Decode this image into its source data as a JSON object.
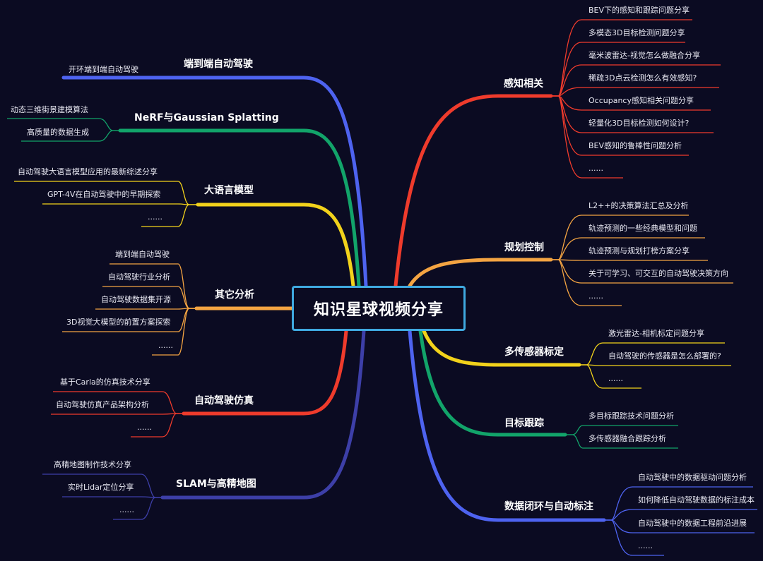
{
  "center": {
    "title": "知识星球视频分享"
  },
  "branches": [
    {
      "id": "perception",
      "label": "感知相关",
      "color": "#ef3b2c",
      "items": [
        "BEV下的感知和跟踪问题分享",
        "多模态3D目标检测问题分享",
        "毫米波雷达-视觉怎么做融合分享",
        "稀疏3D点云检测怎么有效感知?",
        "Occupancy感知相关问题分享",
        "轻量化3D目标检测如何设计?",
        "BEV感知的鲁棒性问题分析",
        "......"
      ]
    },
    {
      "id": "planning",
      "label": "规划控制",
      "color": "#f4a442",
      "items": [
        "L2++的决策算法汇总及分析",
        "轨迹预测的一些经典模型和问题",
        "轨迹预测与规划打榜方案分享",
        "关于可学习、可交互的自动驾驶决策方向",
        "......"
      ]
    },
    {
      "id": "calibration",
      "label": "多传感器标定",
      "color": "#f2d21b",
      "items": [
        "激光雷达-相机标定问题分享",
        "自动驾驶的传感器是怎么部署的?",
        "......"
      ]
    },
    {
      "id": "tracking",
      "label": "目标跟踪",
      "color": "#12a46a",
      "items": [
        "多目标跟踪技术问题分析",
        "多传感器融合跟踪分析"
      ]
    },
    {
      "id": "dataloop",
      "label": "数据闭环与自动标注",
      "color": "#4e63f0",
      "items": [
        "自动驾驶中的数据驱动问题分析",
        "如何降低自动驾驶数据的标注成本",
        "自动驾驶中的数据工程前沿进展",
        "......"
      ]
    },
    {
      "id": "e2e",
      "label": "端到端自动驾驶",
      "color": "#4e63f0",
      "items": [
        "开环端到端自动驾驶"
      ]
    },
    {
      "id": "nerf",
      "label": "NeRF与Gaussian Splatting",
      "color": "#12a46a",
      "items": [
        "动态三维街景建模算法",
        "高质量的数据生成"
      ]
    },
    {
      "id": "llm",
      "label": "大语言模型",
      "color": "#f2d21b",
      "items": [
        "自动驾驶大语言模型应用的最新综述分享",
        "GPT-4V在自动驾驶中的早期探索",
        "......"
      ]
    },
    {
      "id": "other",
      "label": "其它分析",
      "color": "#f4a442",
      "items": [
        "端到端自动驾驶",
        "自动驾驶行业分析",
        "自动驾驶数据集开源",
        "3D视觉大模型的前置方案探索",
        "......"
      ]
    },
    {
      "id": "sim",
      "label": "自动驾驶仿真",
      "color": "#ef3b2c",
      "items": [
        "基于Carla的仿真技术分享",
        "自动驾驶仿真产品架构分析",
        "......"
      ]
    },
    {
      "id": "slam",
      "label": "SLAM与高精地图",
      "color": "#3d3fa8",
      "items": [
        "高精地图制作技术分享",
        "实时Lidar定位分享",
        "......"
      ]
    }
  ]
}
